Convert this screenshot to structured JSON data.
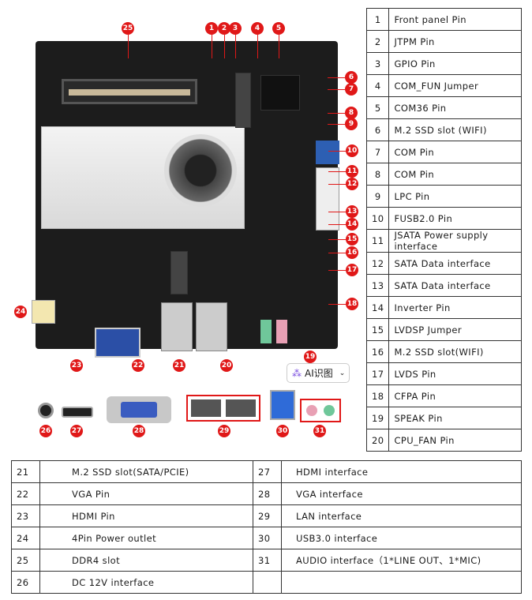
{
  "right_table": [
    {
      "n": "1",
      "label": "Front panel Pin"
    },
    {
      "n": "2",
      "label": "JTPM Pin"
    },
    {
      "n": "3",
      "label": "GPIO Pin"
    },
    {
      "n": "4",
      "label": "COM_FUN Jumper"
    },
    {
      "n": "5",
      "label": "COM36 Pin"
    },
    {
      "n": "6",
      "label": "M.2 SSD slot (WIFI)"
    },
    {
      "n": "7",
      "label": "COM Pin"
    },
    {
      "n": "8",
      "label": "COM Pin"
    },
    {
      "n": "9",
      "label": "LPC Pin"
    },
    {
      "n": "10",
      "label": "FUSB2.0 Pin"
    },
    {
      "n": "11",
      "label": "JSATA Power supply interface"
    },
    {
      "n": "12",
      "label": "SATA Data interface"
    },
    {
      "n": "13",
      "label": "SATA Data interface"
    },
    {
      "n": "14",
      "label": "Inverter Pin"
    },
    {
      "n": "15",
      "label": "LVDSP Jumper"
    },
    {
      "n": "16",
      "label": "M.2 SSD slot(WIFI)"
    },
    {
      "n": "17",
      "label": "LVDS Pin"
    },
    {
      "n": "18",
      "label": "CFPA Pin"
    },
    {
      "n": "19",
      "label": "SPEAK Pin"
    },
    {
      "n": "20",
      "label": "CPU_FAN Pin"
    }
  ],
  "bottom_table": [
    {
      "n1": "21",
      "l1": "M.2 SSD slot(SATA/PCIE)",
      "n2": "27",
      "l2": "HDMI interface"
    },
    {
      "n1": "22",
      "l1": "VGA Pin",
      "n2": "28",
      "l2": "VGA interface"
    },
    {
      "n1": "23",
      "l1": "HDMI Pin",
      "n2": "29",
      "l2": "LAN interface"
    },
    {
      "n1": "24",
      "l1": "4Pin Power outlet",
      "n2": "30",
      "l2": "USB3.0 interface"
    },
    {
      "n1": "25",
      "l1": "DDR4 slot",
      "n2": "31",
      "l2": "AUDIO interface（1*LINE OUT、1*MIC)"
    },
    {
      "n1": "26",
      "l1": "DC 12V interface",
      "n2": "",
      "l2": ""
    }
  ],
  "ai_button": {
    "label": "AI识图"
  },
  "colors": {
    "callout": "#e01818",
    "board": "#1c1c1c"
  }
}
